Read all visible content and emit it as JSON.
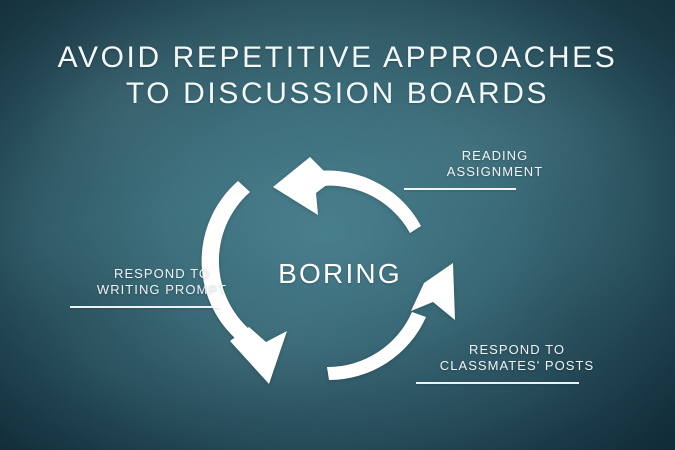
{
  "slide": {
    "title": "AVOID REPETITIVE APPROACHES\nTO DISCUSSION BOARDS",
    "background_color": "#386671",
    "background_edge_color": "#1d4352",
    "accent_color": "#ffffff"
  },
  "diagram": {
    "type": "cycle",
    "center_label": "BORING",
    "arrow_color": "#ffffff",
    "segments": 3,
    "steps": [
      {
        "id": "reading-assignment",
        "label": "READING\nASSIGNMENT",
        "position": "top-right"
      },
      {
        "id": "respond-classmates-posts",
        "label": "RESPOND TO\nCLASSMATES' POSTS",
        "position": "bottom-right"
      },
      {
        "id": "respond-writing-prompt",
        "label": "RESPOND TO\nWRITING PROMPT",
        "position": "left"
      }
    ]
  }
}
